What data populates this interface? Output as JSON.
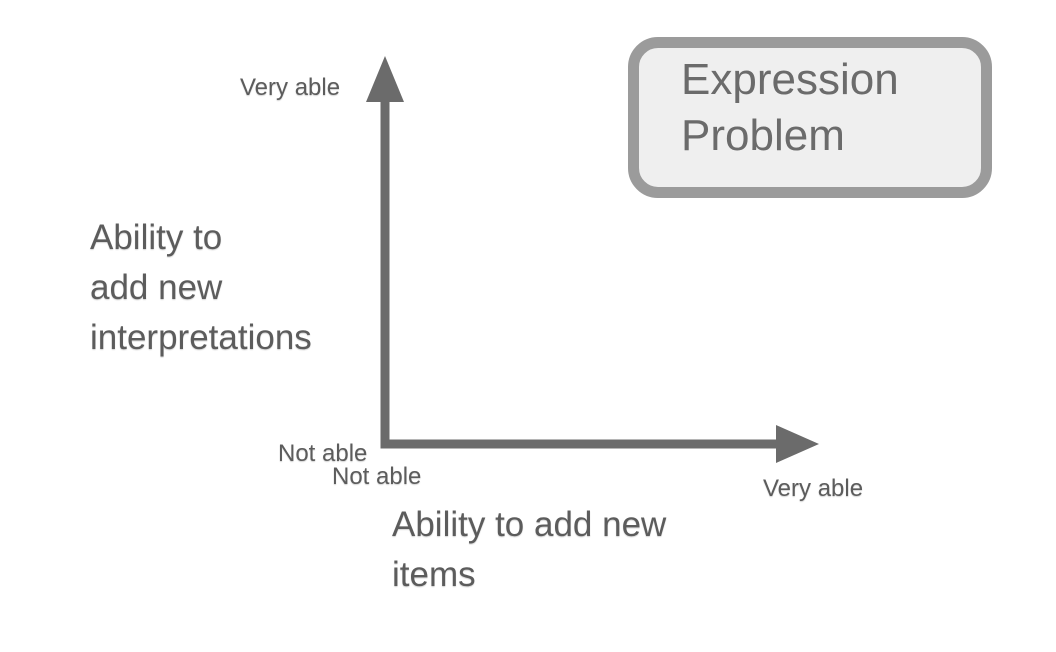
{
  "slide": {
    "background_color": "#ffffff",
    "callout": {
      "title_lines": [
        "Expression",
        "Problem"
      ],
      "border_color": "#9b9b9b",
      "fill_color": "#efefef",
      "text_color": "#6b6b6b"
    },
    "diagram": {
      "type": "axes-quadrant",
      "axis_color": "#6b6b6b",
      "y_axis": {
        "max_label": "Very able",
        "min_label": "Not able",
        "title_lines": [
          "Ability to",
          "add new",
          "interpretations"
        ]
      },
      "x_axis": {
        "min_label": "Not able",
        "max_label": "Very able",
        "title_lines": [
          "Ability to add new",
          "items"
        ]
      }
    }
  }
}
